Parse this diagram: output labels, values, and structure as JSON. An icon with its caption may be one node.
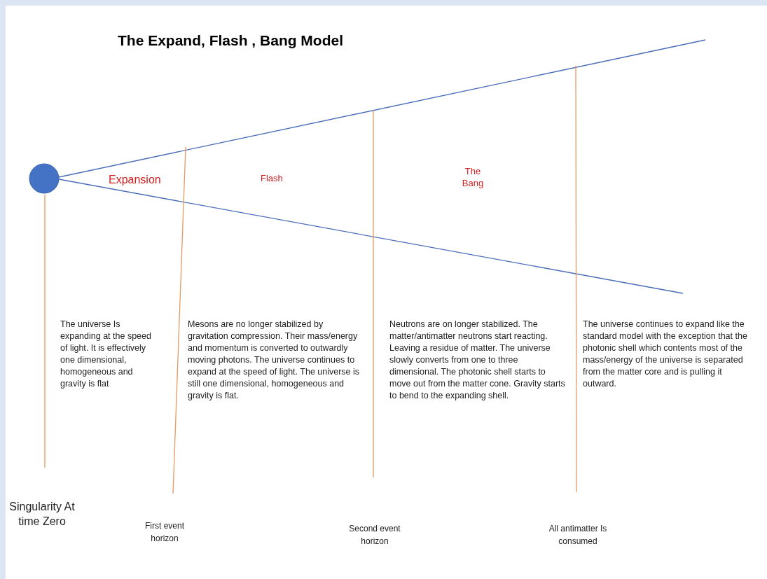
{
  "diagram": {
    "title": "The Expand, Flash , Bang Model",
    "labels": [
      "Expansion",
      "Flash",
      "The Bang",
      "The universe Is expanding at the speed of light. It is effectively one dimensional, homogeneous and gravity is flat",
      "Mesons are no longer stabilized by gravitation compression. Their mass/energy and momentum is converted to outwardly moving photons. The universe continues to expand at the speed of light. The universe is still one dimensional, homogeneous and gravity is flat.",
      "Neutrons are on longer stabilized. The matter/antimatter neutrons start reacting. Leaving a residue of matter. The universe slowly converts from one to three dimensional. The photonic shell starts to move out from the matter cone. Gravity starts to bend to the expanding shell.",
      "The universe continues to expand like the standard model with the exception that the photonic shell which contents most of the mass/energy of the universe is separated from the matter core and is pulling it outward.",
      "Singularity At time Zero",
      "First event horizon",
      "Second event horizon",
      "All antimatter Is consumed"
    ]
  }
}
